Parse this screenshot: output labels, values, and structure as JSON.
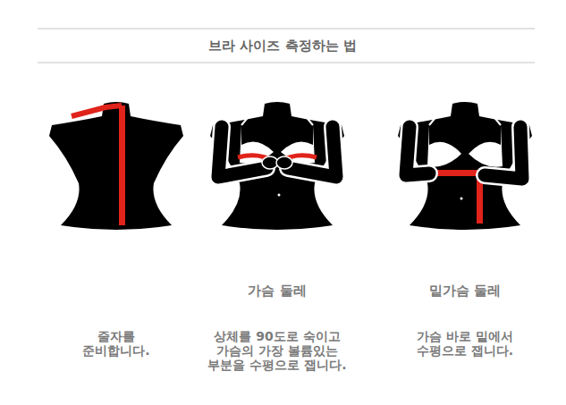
{
  "diagram": {
    "title": "브라 사이즈 측정하는 법",
    "labels": [
      "가슴 둘레",
      "밑가슴 둘레",
      "줄자를 준비합니다.",
      "상체를 90도로 숙이고 가슴의 가장 볼륨있는 부분을 수평으로 잽니다.",
      "가슴 바로 밑에서 수평으로 잽니다."
    ]
  }
}
